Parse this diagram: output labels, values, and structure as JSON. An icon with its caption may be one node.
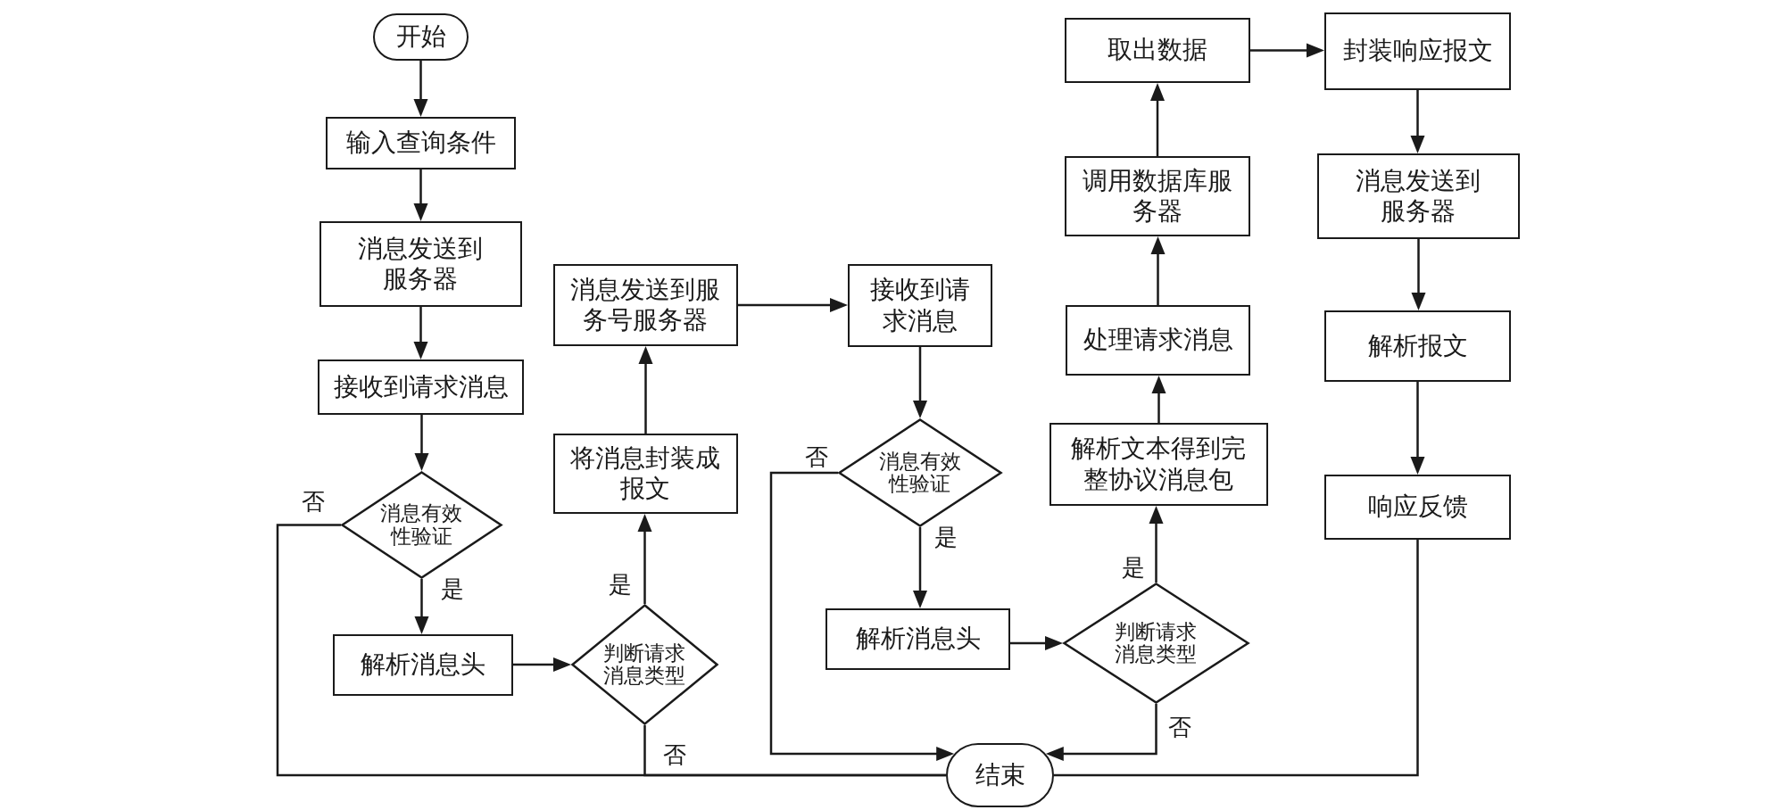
{
  "diagram": {
    "nodes": [
      {
        "text": [
          "开始"
        ]
      },
      {
        "text": [
          "输入查询条件"
        ]
      },
      {
        "text": [
          "消息发送到服务器"
        ]
      },
      {
        "text": [
          "接收到请求消息"
        ]
      },
      {
        "text": [
          "消息有效性验证"
        ]
      },
      {
        "text": [
          "解析消息头"
        ]
      },
      {
        "text": [
          "判断请求消息类型"
        ]
      },
      {
        "text": [
          "将消息封装成报文"
        ]
      },
      {
        "text": [
          "消息发送到服务号服务器"
        ]
      },
      {
        "text": [
          "接收到请求消息"
        ]
      },
      {
        "text": [
          "消息有效性验证"
        ]
      },
      {
        "text": [
          "解析消息头"
        ]
      },
      {
        "text": [
          "判断请求消息类型"
        ]
      },
      {
        "text": [
          "解析文本得到完整协议消息包"
        ]
      },
      {
        "text": [
          "处理请求消息"
        ]
      },
      {
        "text": [
          "调用数据库服务器"
        ]
      },
      {
        "text": [
          "取出数据"
        ]
      },
      {
        "text": [
          "封装响应报文"
        ]
      },
      {
        "text": [
          "消息发送到服务器"
        ]
      },
      {
        "text": [
          "解析报文"
        ]
      },
      {
        "text": [
          "响应反馈"
        ]
      },
      {
        "text": [
          "结束"
        ]
      }
    ],
    "edges": [
      {
        "from": 0,
        "to": 1,
        "arrow": "to"
      },
      {
        "from": 1,
        "to": 2,
        "arrow": "to"
      },
      {
        "from": 2,
        "to": 3,
        "arrow": "to"
      },
      {
        "from": 3,
        "to": 4,
        "arrow": "to"
      },
      {
        "from": 4,
        "to": 5,
        "arrow": "to",
        "label": "是"
      },
      {
        "from": 4,
        "to": 21,
        "arrow": "none",
        "label": "否"
      },
      {
        "from": 5,
        "to": 6,
        "arrow": "to"
      },
      {
        "from": 6,
        "to": 7,
        "arrow": "to",
        "label": "是"
      },
      {
        "from": 6,
        "to": 21,
        "arrow": "none",
        "label": "否"
      },
      {
        "from": 7,
        "to": 8,
        "arrow": "to"
      },
      {
        "from": 8,
        "to": 9,
        "arrow": "to"
      },
      {
        "from": 9,
        "to": 10,
        "arrow": "to"
      },
      {
        "from": 10,
        "to": 11,
        "arrow": "to",
        "label": "是"
      },
      {
        "from": 10,
        "to": 21,
        "arrow": "to",
        "label": "否"
      },
      {
        "from": 11,
        "to": 12,
        "arrow": "to"
      },
      {
        "from": 12,
        "to": 13,
        "arrow": "to",
        "label": "是"
      },
      {
        "from": 12,
        "to": 21,
        "arrow": "to",
        "label": "否"
      },
      {
        "from": 13,
        "to": 14,
        "arrow": "to"
      },
      {
        "from": 14,
        "to": 15,
        "arrow": "to"
      },
      {
        "from": 15,
        "to": 16,
        "arrow": "to"
      },
      {
        "from": 16,
        "to": 17,
        "arrow": "to"
      },
      {
        "from": 17,
        "to": 18,
        "arrow": "to"
      },
      {
        "from": 18,
        "to": 19,
        "arrow": "to"
      },
      {
        "from": 19,
        "to": 20,
        "arrow": "to"
      },
      {
        "from": 20,
        "to": 21,
        "arrow": "none"
      }
    ]
  }
}
